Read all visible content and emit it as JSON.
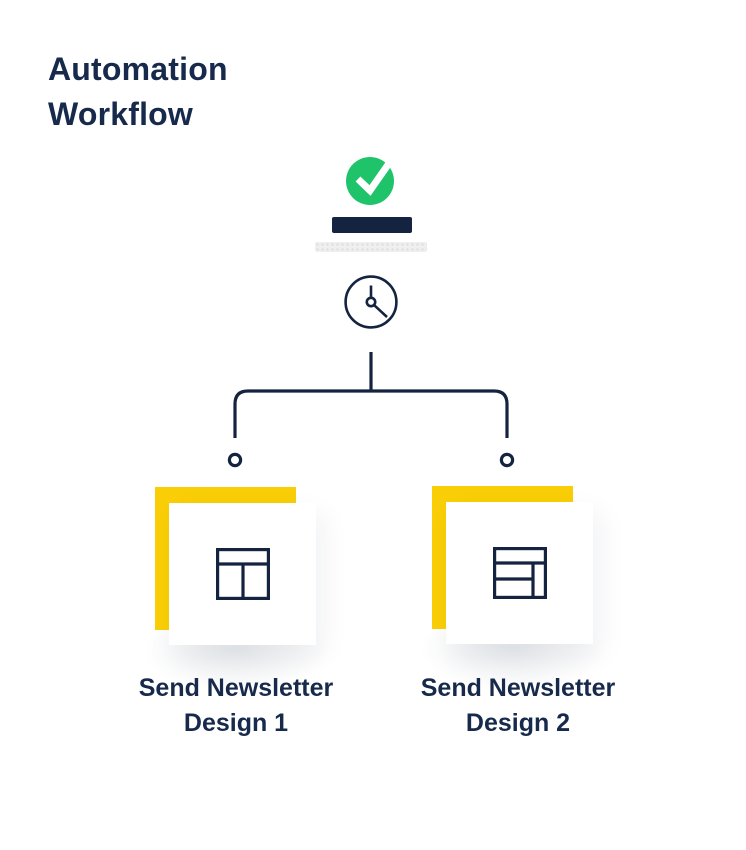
{
  "title": "Automation Workflow",
  "colors": {
    "navy": "#142440",
    "text": "#172A4C",
    "green": "#1FC46A",
    "yellow": "#F9CE06",
    "gray_bar": "#EFEFEF",
    "gray_dot": "#DCDCDC"
  },
  "trigger": {
    "status_icon": "check-circle-icon",
    "timer_icon": "clock-icon"
  },
  "branches": [
    {
      "label": "Send Newsletter Design 1",
      "icon": "newsletter-layout-header-two-columns-icon"
    },
    {
      "label": "Send Newsletter Design 2",
      "icon": "newsletter-layout-header-split-rows-icon"
    }
  ]
}
